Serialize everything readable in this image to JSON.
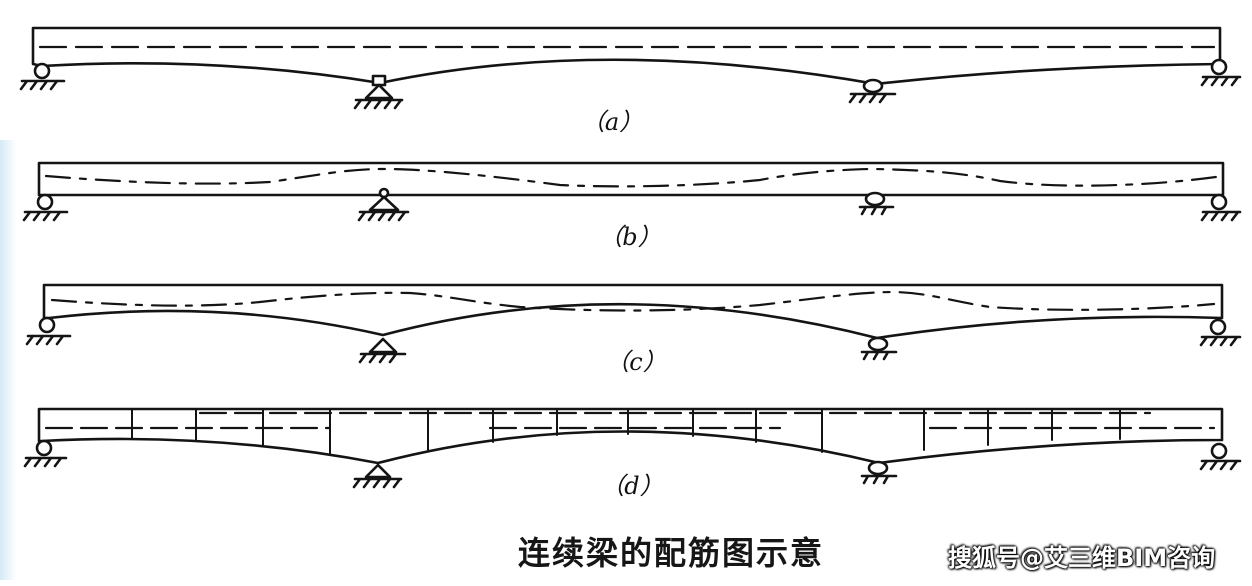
{
  "panels": [
    {
      "id": "a",
      "label": "（a）"
    },
    {
      "id": "b",
      "label": "（b）"
    },
    {
      "id": "c",
      "label": "（c）"
    },
    {
      "id": "d",
      "label": "（d）"
    }
  ],
  "caption": "连续梁的配筋图示意",
  "watermark": "搜狐号@艾三维BIM咨询",
  "colors": {
    "ink": "#141414",
    "background": "#ffffff",
    "accent_left": "#cfe6f5"
  }
}
